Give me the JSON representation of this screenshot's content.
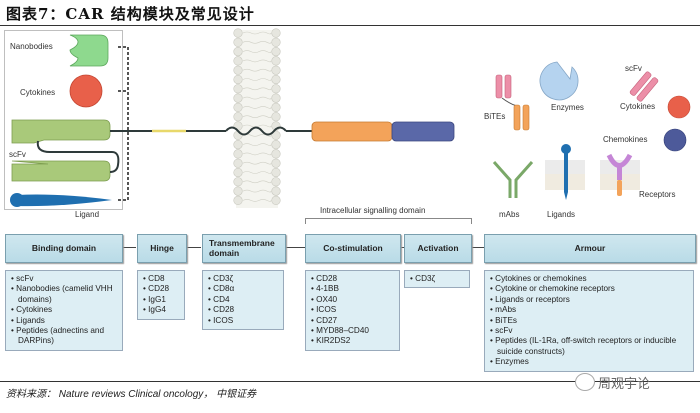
{
  "title": "图表7：CAR 结构模块及常见设计",
  "left_panel": {
    "labels": [
      "Nanobodies",
      "Cytokines",
      "scFv",
      "Ligand"
    ]
  },
  "armour_icons": {
    "labels": [
      "BiTEs",
      "Enzymes",
      "scFv",
      "Cytokines",
      "Chemokines",
      "mAbs",
      "Ligands",
      "Receptors"
    ]
  },
  "intracellular_label": "Intracellular signalling domain",
  "domains": [
    {
      "header": "Binding domain",
      "items": [
        "scFv",
        "Nanobodies (camelid VHH domains)",
        "Cytokines",
        "Ligands",
        "Peptides (adnectins and DARPins)"
      ]
    },
    {
      "header": "Hinge",
      "items": [
        "CD8",
        "CD28",
        "IgG1",
        "IgG4"
      ]
    },
    {
      "header": "Transmembrane domain",
      "items": [
        "CD3ζ",
        "CD8α",
        "CD4",
        "CD28",
        "ICOS"
      ]
    },
    {
      "header": "Co-stimulation",
      "items": [
        "CD28",
        "4-1BB",
        "OX40",
        "ICOS",
        "CD27",
        "MYD88–CD40",
        "KIR2DS2"
      ]
    },
    {
      "header": "Activation",
      "items": [
        "CD3ζ"
      ]
    },
    {
      "header": "Armour",
      "items": [
        "Cytokines or chemokines",
        "Cytokine or chemokine receptors",
        "Ligands or receptors",
        "mAbs",
        "BiTEs",
        "scFv",
        "Peptides (IL-1Ra, off-switch receptors or inducible suicide constructs)",
        "Enzymes"
      ]
    }
  ],
  "source": "资料来源： Nature reviews Clinical oncology， 中银证券",
  "watermark": "周观宇论",
  "colors": {
    "binding_green": "#a9c97a",
    "nanobody_green": "#8ed98e",
    "cytokine_red": "#e8604a",
    "ligand_blue": "#1f6fb0",
    "hinge_yellow": "#e8d86a",
    "costim_orange": "#f3a35a",
    "activation_blue": "#5a68a8",
    "header_fill": "#c3e1eb",
    "list_fill": "#ddeef4"
  }
}
